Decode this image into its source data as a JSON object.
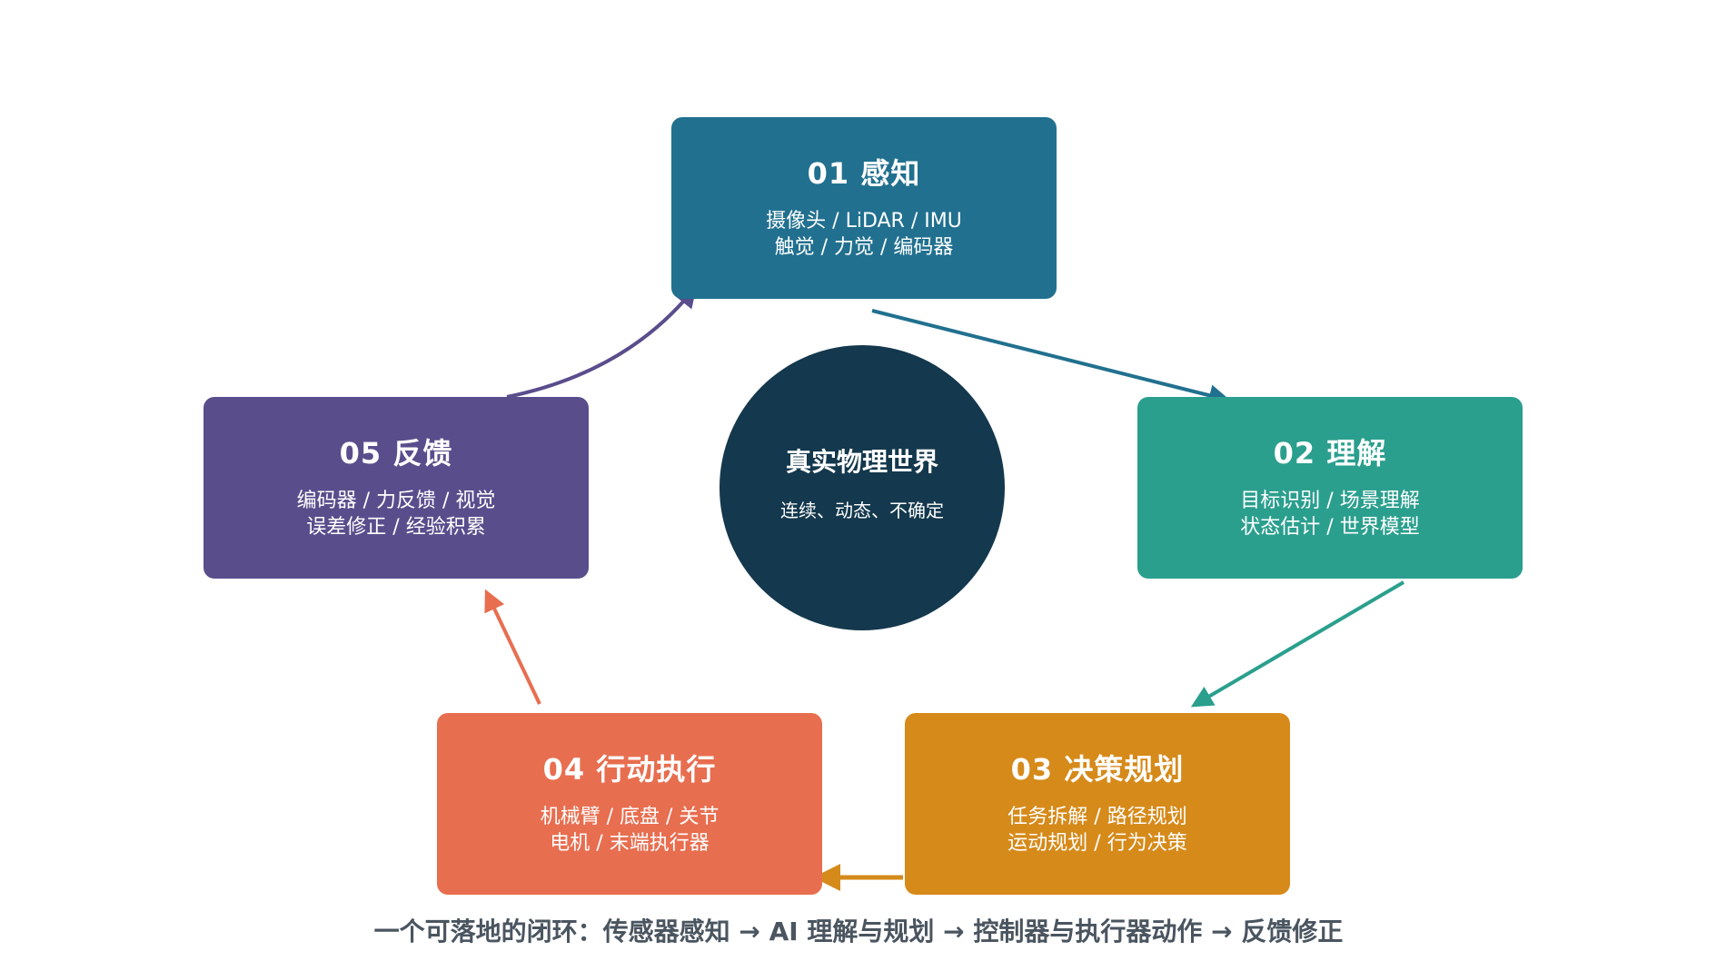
{
  "colors": {
    "perception": "#21708f",
    "understanding": "#2b9f8e",
    "decision": "#d68a1a",
    "action": "#e86e50",
    "feedback": "#5a4d8c",
    "center": "#14384d",
    "caption": "#4a5560"
  },
  "center": {
    "title": "真实物理世界",
    "subtitle": "连续、动态、不确定"
  },
  "nodes": [
    {
      "title": "01 感知",
      "lines": [
        "摄像头 / LiDAR / IMU",
        "触觉 / 力觉 / 编码器"
      ]
    },
    {
      "title": "02 理解",
      "lines": [
        "目标识别 / 场景理解",
        "状态估计 / 世界模型"
      ]
    },
    {
      "title": "03 决策规划",
      "lines": [
        "任务拆解 / 路径规划",
        "运动规划 / 行为决策"
      ]
    },
    {
      "title": "04 行动执行",
      "lines": [
        "机械臂 / 底盘 / 关节",
        "电机 / 末端执行器"
      ]
    },
    {
      "title": "05 反馈",
      "lines": [
        "编码器 / 力反馈 / 视觉",
        "误差修正 / 经验积累"
      ]
    }
  ],
  "caption": "一个可落地的闭环：传感器感知 → AI 理解与规划 → 控制器与执行器动作 → 反馈修正"
}
